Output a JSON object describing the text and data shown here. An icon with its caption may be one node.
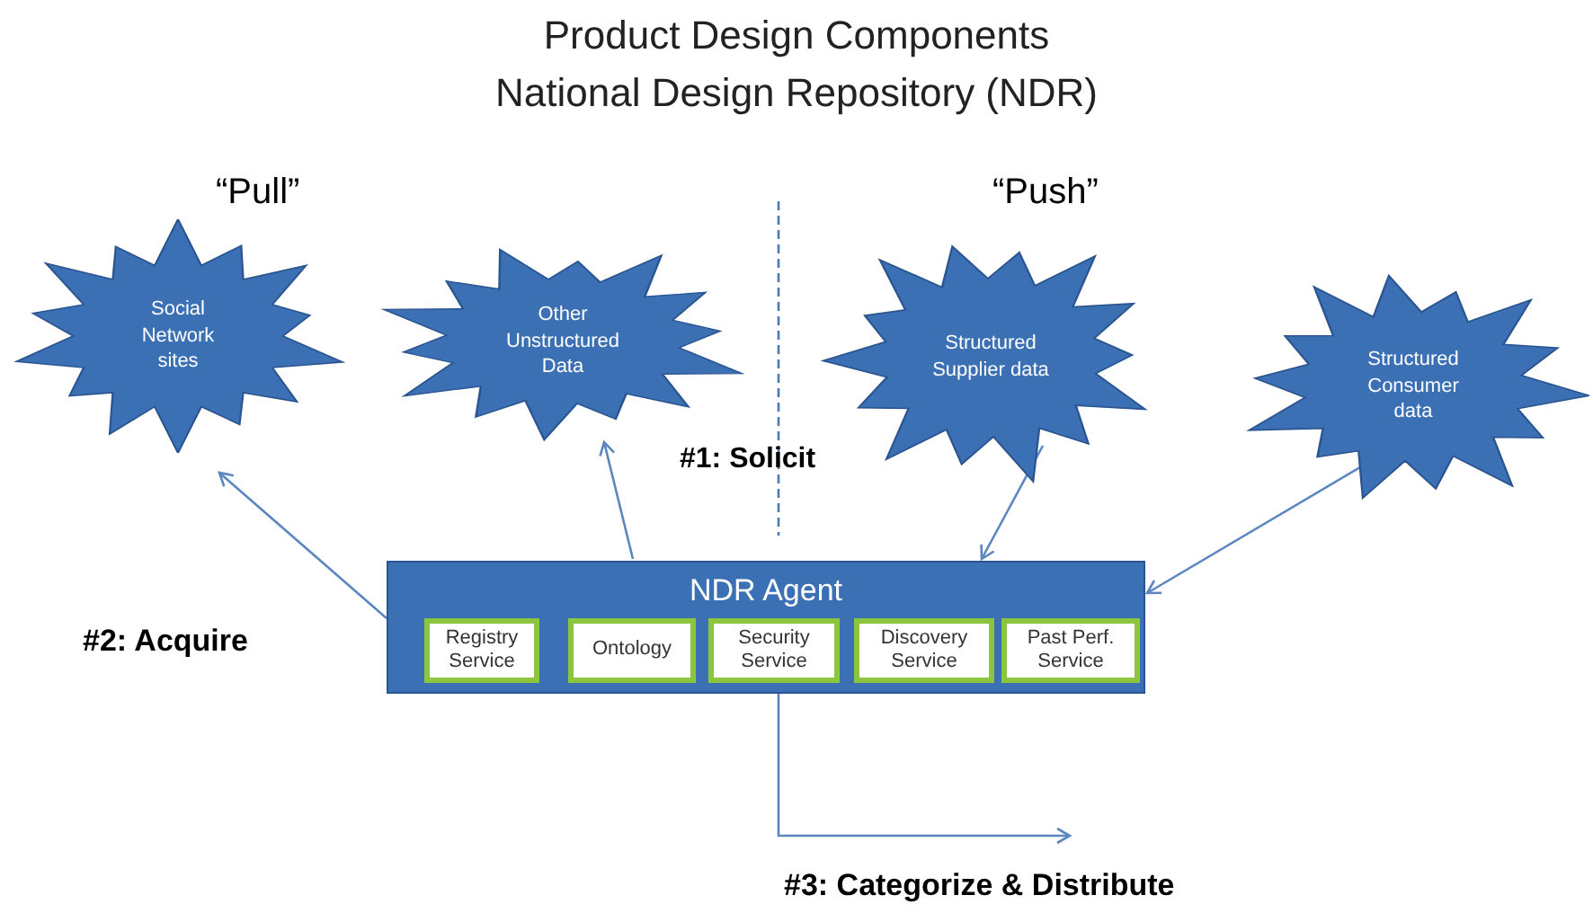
{
  "diagram": {
    "title": "Product Design Components National Design Repository (NDR)",
    "nodes": [
      {
        "text": [
          "Social Network sites"
        ]
      },
      {
        "text": [
          "Other Unstructured Data"
        ]
      },
      {
        "text": [
          "Structured Supplier data"
        ]
      },
      {
        "text": [
          "Structured Consumer data"
        ]
      },
      {
        "text": [
          "NDR Agent"
        ]
      },
      {
        "text": [
          "Registry Service"
        ],
        "in": 4
      },
      {
        "text": [
          "Ontology"
        ],
        "in": 4
      },
      {
        "text": [
          "Security Service"
        ],
        "in": 4
      },
      {
        "text": [
          "Discovery Service"
        ],
        "in": 4
      },
      {
        "text": [
          "Past Perf. Service"
        ],
        "in": 4
      }
    ],
    "edges": [
      {
        "from": 4,
        "to": 0,
        "arrow": "to"
      },
      {
        "from": 4,
        "to": 1,
        "arrow": "to"
      },
      {
        "from": 2,
        "to": 4,
        "arrow": "to"
      },
      {
        "from": 3,
        "to": 4,
        "arrow": "to"
      },
      {
        "from": 4,
        "to": null,
        "arrow": "to"
      }
    ],
    "labels": [
      "“Pull”",
      "“Push”",
      "#1: Solicit",
      "#2: Acquire",
      "#3: Categorize & Distribute"
    ]
  }
}
